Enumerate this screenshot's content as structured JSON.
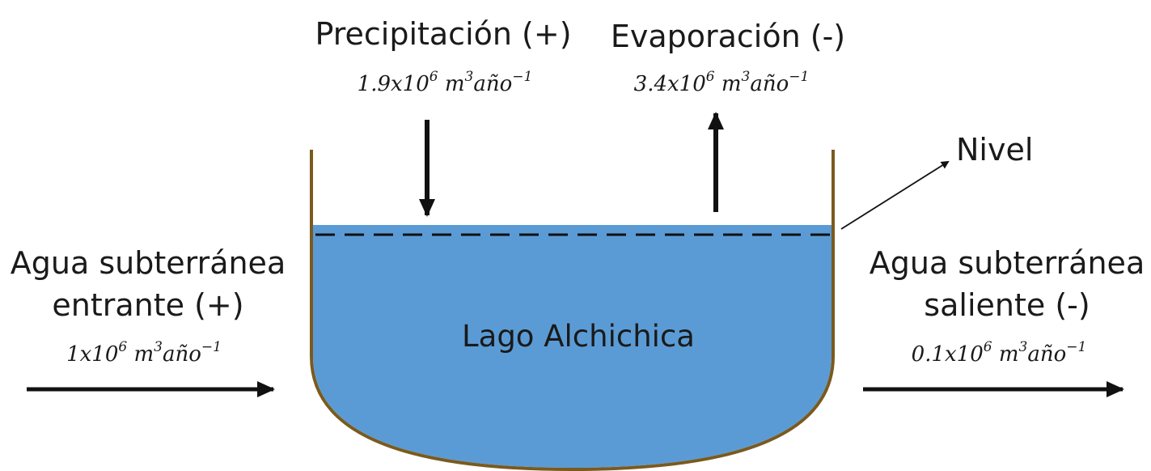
{
  "lake": {
    "name": "Lago Alchichica",
    "water_color": "#5b9bd5",
    "wall_color": "#7a5a1e"
  },
  "precipitation": {
    "label": "Precipitación (+)",
    "coef": "1.9x10",
    "exp": "6",
    "unit": "m",
    "unit_exp": "3",
    "per": "año",
    "per_exp": "−1"
  },
  "evaporation": {
    "label": "Evaporación (-)",
    "coef": "3.4x10",
    "exp": "6",
    "unit": "m",
    "unit_exp": "3",
    "per": "año",
    "per_exp": "−1"
  },
  "groundwater_in": {
    "line1": "Agua subterránea",
    "line2": "entrante (+)",
    "coef": "1x10",
    "exp": "6",
    "unit": "m",
    "unit_exp": "3",
    "per": "año",
    "per_exp": "−1"
  },
  "groundwater_out": {
    "line1": "Agua subterránea",
    "line2": "saliente (-)",
    "coef": "0.1x10",
    "exp": "6",
    "unit": "m",
    "unit_exp": "3",
    "per": "año",
    "per_exp": "−1"
  },
  "level": {
    "label": "Nivel"
  }
}
